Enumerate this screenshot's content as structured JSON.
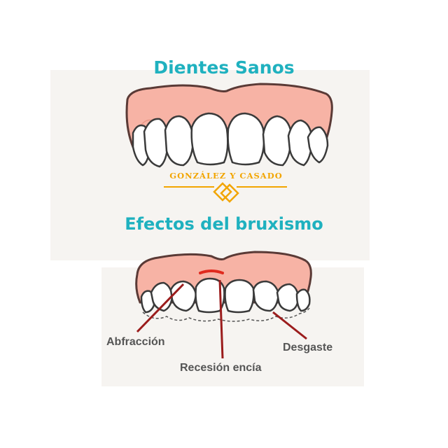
{
  "titles": {
    "healthy": "Dientes Sanos",
    "effects": "Efectos del bruxismo"
  },
  "brand": {
    "name": "GONZÁLEZ Y CASADO"
  },
  "labels": {
    "abfraccion": "Abfracción",
    "recesion": "Recesión encía",
    "desgaste": "Desgaste"
  },
  "colors": {
    "title": "#1fb1bf",
    "gum": "#f7b3a5",
    "tooth": "#ffffff",
    "pointer": "#9b1c1c",
    "recession_mark": "#e02a1e",
    "brand": "#f2a500"
  }
}
